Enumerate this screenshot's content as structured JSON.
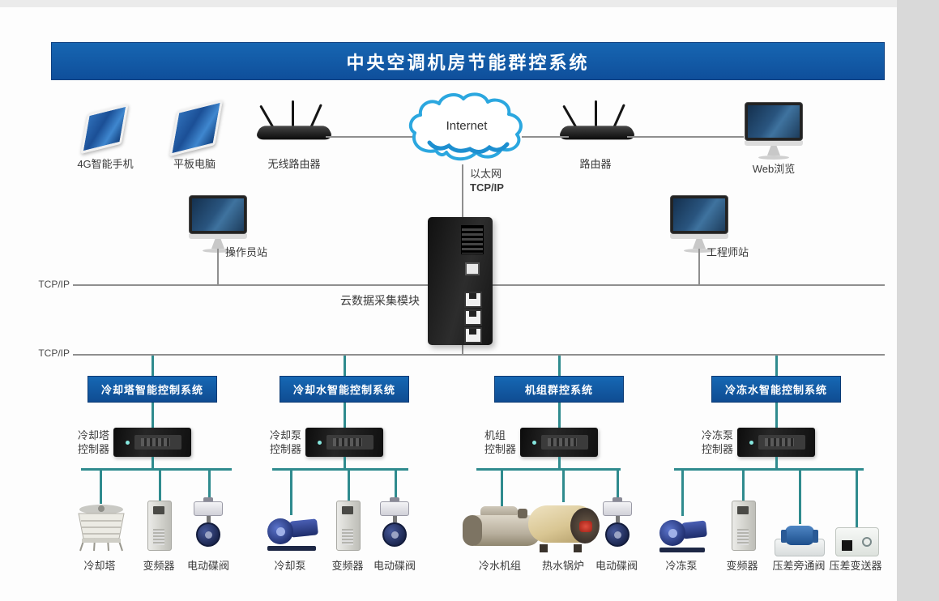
{
  "title": "中央空调机房节能群控系统",
  "colors": {
    "primary_blue": "#1357a5",
    "teal_line": "#2f8b8e",
    "gray_line": "#8f8f8f",
    "cloud_blue": "#2ba7df"
  },
  "top_devices": [
    {
      "icon": "smartphone",
      "label": "4G智能手机"
    },
    {
      "icon": "tablet",
      "label": "平板电脑"
    },
    {
      "icon": "wireless-router",
      "label": "无线路由器"
    },
    {
      "icon": "router",
      "label": "路由器"
    },
    {
      "icon": "monitor",
      "label": "Web浏览"
    }
  ],
  "cloud": {
    "label": "Internet"
  },
  "ethernet": {
    "line1": "以太网",
    "line2": "TCP/IP"
  },
  "stations": {
    "operator": "操作员站",
    "engineer": "工程师站"
  },
  "gateway": {
    "label": "云数据采集模块"
  },
  "buses": {
    "tcpip_upper": "TCP/IP",
    "tcpip_lower": "TCP/IP"
  },
  "subsystems": [
    {
      "header": "冷却塔智能控制系统",
      "controller_line1": "冷却塔",
      "controller_line2": "控制器",
      "devices": [
        {
          "type": "cooling-tower",
          "label": "冷却塔"
        },
        {
          "type": "vfd",
          "label": "变频器"
        },
        {
          "type": "butterfly-valve",
          "label": "电动碟阀"
        }
      ]
    },
    {
      "header": "冷却水智能控制系统",
      "controller_line1": "冷却泵",
      "controller_line2": "控制器",
      "devices": [
        {
          "type": "pump",
          "label": "冷却泵"
        },
        {
          "type": "vfd",
          "label": "变频器"
        },
        {
          "type": "butterfly-valve",
          "label": "电动碟阀"
        }
      ]
    },
    {
      "header": "机组群控系统",
      "controller_line1": "机组",
      "controller_line2": "控制器",
      "devices": [
        {
          "type": "chiller",
          "label": "冷水机组"
        },
        {
          "type": "boiler",
          "label": "热水锅炉"
        },
        {
          "type": "butterfly-valve",
          "label": "电动碟阀"
        }
      ]
    },
    {
      "header": "冷冻水智能控制系统",
      "controller_line1": "冷冻泵",
      "controller_line2": "控制器",
      "devices": [
        {
          "type": "pump",
          "label": "冷冻泵"
        },
        {
          "type": "vfd",
          "label": "变频器"
        },
        {
          "type": "bypass-valve",
          "label": "压差旁通阀"
        },
        {
          "type": "transmitter",
          "label": "压差变送器"
        }
      ]
    }
  ]
}
